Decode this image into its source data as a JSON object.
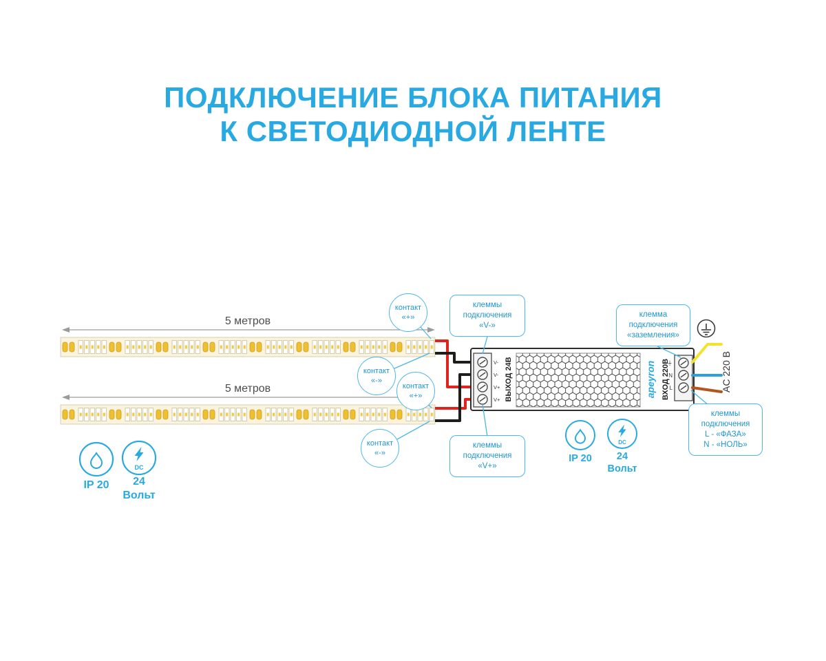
{
  "title": {
    "line1": "ПОДКЛЮЧЕНИЕ БЛОКА ПИТАНИЯ",
    "line2": "К СВЕТОДИОДНОЙ ЛЕНТЕ"
  },
  "colors": {
    "accent": "#29a9e1",
    "wire_red": "#e0231c",
    "wire_black": "#1d1d1b",
    "wire_yellow": "#f3e32b",
    "wire_blue": "#2aa0dc",
    "wire_brown": "#b2561c"
  },
  "strips": [
    {
      "length_label": "5 метров"
    },
    {
      "length_label": "5 метров"
    }
  ],
  "callouts": {
    "contact_plus_top": {
      "lines": [
        "контакт",
        "«+»"
      ]
    },
    "contact_minus_top": {
      "lines": [
        "контакт",
        "«-»"
      ]
    },
    "contact_plus_bottom": {
      "lines": [
        "контакт",
        "«+»"
      ]
    },
    "contact_minus_bottom": {
      "lines": [
        "контакт",
        "«-»"
      ]
    },
    "v_minus": {
      "lines": [
        "клеммы",
        "подключения",
        "«V-»"
      ]
    },
    "v_plus": {
      "lines": [
        "клеммы",
        "подключения",
        "«V+»"
      ]
    },
    "ground": {
      "lines": [
        "клемма",
        "подключения",
        "«заземления»"
      ]
    },
    "mains": {
      "lines": [
        "клеммы",
        "подключения",
        "L - «ФАЗА»",
        "N - «НОЛЬ»"
      ]
    }
  },
  "psu": {
    "output_label": "ВЫХОД 24В",
    "output_terminals": [
      "V-",
      "V-",
      "V+",
      "V+"
    ],
    "brand": "apeyron",
    "input_label": "ВХОД 220В",
    "input_terminals": [
      "⏚",
      "N",
      "L"
    ],
    "ac_label": "AC 220 В"
  },
  "badges": {
    "ip": "IP 20",
    "volt_line1": "24",
    "volt_line2": "Вольт",
    "dc": "DC"
  }
}
